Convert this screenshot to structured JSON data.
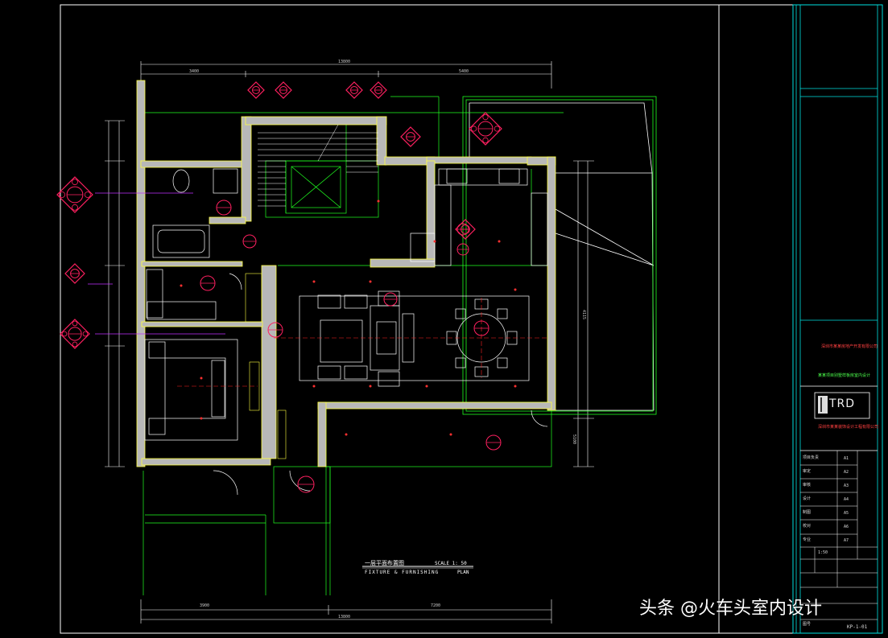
{
  "drawing": {
    "title_cn": "一层平面布置图",
    "scale": "SCALE 1: 50",
    "title_en": "FIXTURE & FURNISHING",
    "title_en_2": "PLAN",
    "overall_dim_top": "13800",
    "dim_top_left": "3400",
    "dim_top_right": "5400",
    "dim_bottom_overall": "13800",
    "dim_bottom_left": "3900",
    "dim_bottom_right": "7200",
    "dim_right_1": "4115",
    "dim_right_2": "5100"
  },
  "title_block": {
    "company_cn": "深圳市某某房地产开发有限公司",
    "project_cn": "某某项目别墅样板房室内设计",
    "design_firm_cn": "深圳市某某装饰设计工程有限公司",
    "logo_text": "TRD",
    "drawing_no": "KP-1-01",
    "sheet_label": "图号",
    "scale_value": "1:50",
    "rows": [
      {
        "cn": "项目负责",
        "val": "A1"
      },
      {
        "cn": "审定",
        "val": "A2"
      },
      {
        "cn": "审核",
        "val": "A3"
      },
      {
        "cn": "设计",
        "val": "A4"
      },
      {
        "cn": "制图",
        "val": "A5"
      },
      {
        "cn": "校对",
        "val": "A6"
      },
      {
        "cn": "专业",
        "val": "A7"
      }
    ]
  },
  "watermark": "头条 @火车头室内设计",
  "colors": {
    "wall_fill": "#b8b8b8",
    "wall_stroke": "#ffff40",
    "tag": "#ff2060",
    "tag_center": "#ff4040",
    "grid_green": "#20ff20",
    "frame": "#ffffff",
    "titleblock_cyan": "#00e0e0"
  }
}
